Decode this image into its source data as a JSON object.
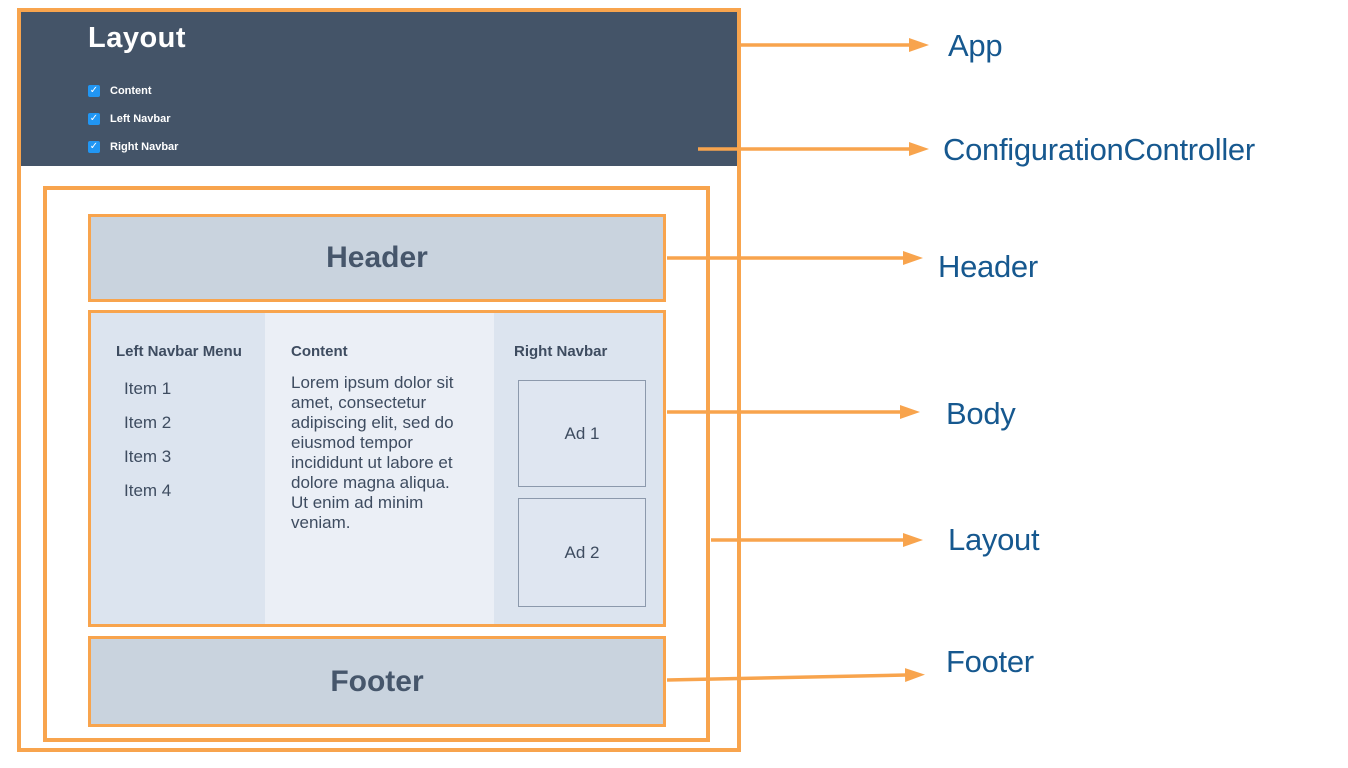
{
  "app_preview": {
    "config_panel": {
      "title": "Layout",
      "checkboxes": [
        {
          "label": "Content",
          "checked": true
        },
        {
          "label": "Left Navbar",
          "checked": true
        },
        {
          "label": "Right Navbar",
          "checked": true
        }
      ]
    },
    "header": {
      "label": "Header"
    },
    "body": {
      "left_navbar": {
        "heading": "Left Navbar Menu",
        "items": [
          "Item 1",
          "Item 2",
          "Item 3",
          "Item 4"
        ]
      },
      "content": {
        "heading": "Content",
        "text": "Lorem ipsum dolor sit amet, consectetur adipiscing elit, sed do eiusmod tempor incididunt ut labore et dolore magna aliqua. Ut enim ad minim veniam."
      },
      "right_navbar": {
        "heading": "Right Navbar",
        "ads": [
          "Ad 1",
          "Ad 2"
        ]
      }
    },
    "footer": {
      "label": "Footer"
    }
  },
  "annotations": [
    {
      "label": "App"
    },
    {
      "label": "ConfigurationController"
    },
    {
      "label": "Header"
    },
    {
      "label": "Body"
    },
    {
      "label": "Layout"
    },
    {
      "label": "Footer"
    }
  ],
  "icons": {
    "checkbox_check": "✓"
  },
  "colors": {
    "accent_orange": "#F8A44D",
    "annotation_blue": "#16588F",
    "panel_dark": "#445468",
    "box_fill": "#C9D3DE",
    "sidebar_fill": "#DCE4EF",
    "content_fill": "#EBEFF6",
    "checkbox_blue": "#2196F3",
    "text_dark": "#3E4C60"
  }
}
